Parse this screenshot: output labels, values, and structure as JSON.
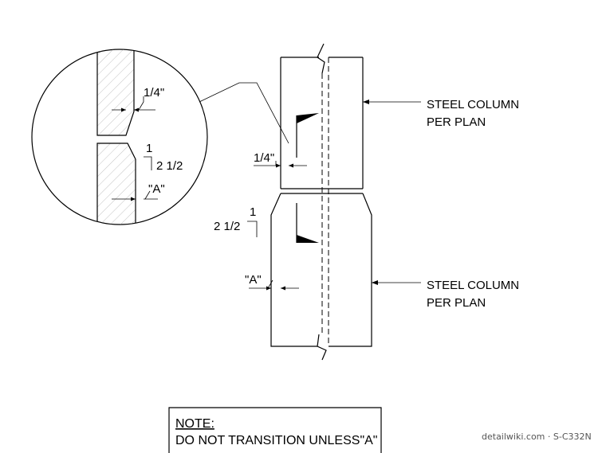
{
  "labels": {
    "upper_column": [
      "STEEL COLUMN",
      "PER PLAN"
    ],
    "lower_column": [
      "STEEL COLUMN",
      "PER PLAN"
    ],
    "gap_quarter": "1/4\"",
    "bevel_rise": "1",
    "bevel_run": "2 1/2",
    "dim_a": "\"A\""
  },
  "detail_callout": {
    "gap_quarter": "1/4\"",
    "bevel_rise": "1",
    "bevel_run": "2 1/2",
    "dim_a": "\"A\""
  },
  "note": {
    "title": "NOTE:",
    "text": "DO NOT TRANSITION UNLESS\"A\""
  },
  "watermark": "detailwiki.com · S-C332N"
}
